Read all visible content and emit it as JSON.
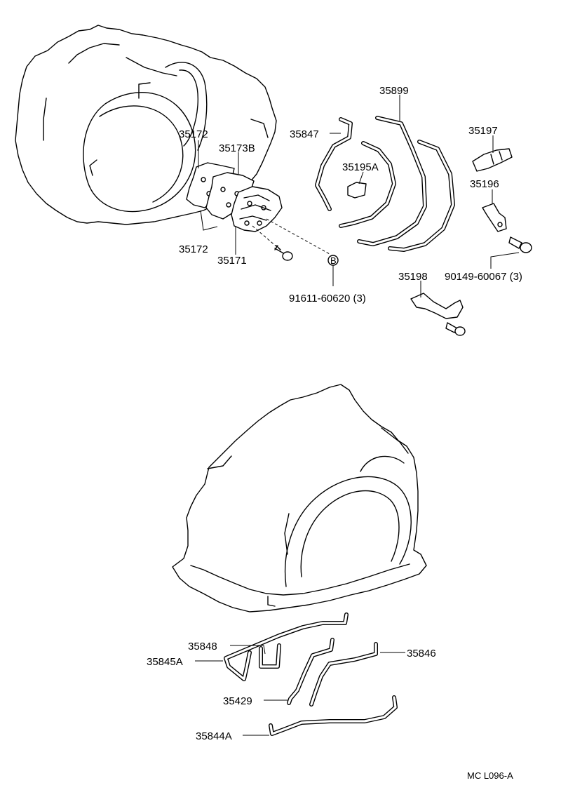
{
  "labels": {
    "p35172_top": "35172",
    "p35173B": "35173B",
    "p35172_bot": "35172",
    "p35171": "35171",
    "p91611": "91611-60620 (3)",
    "p35847": "35847",
    "p35195A": "35195A",
    "p35899": "35899",
    "p35197": "35197",
    "p35196": "35196",
    "p90149": "90149-60067 (3)",
    "p35198": "35198",
    "p35848": "35848",
    "p35845A": "35845A",
    "p35846": "35846",
    "p35429": "35429",
    "p35844A": "35844A"
  },
  "bolt_mark": "B",
  "footer_code": "MC  L096-A"
}
